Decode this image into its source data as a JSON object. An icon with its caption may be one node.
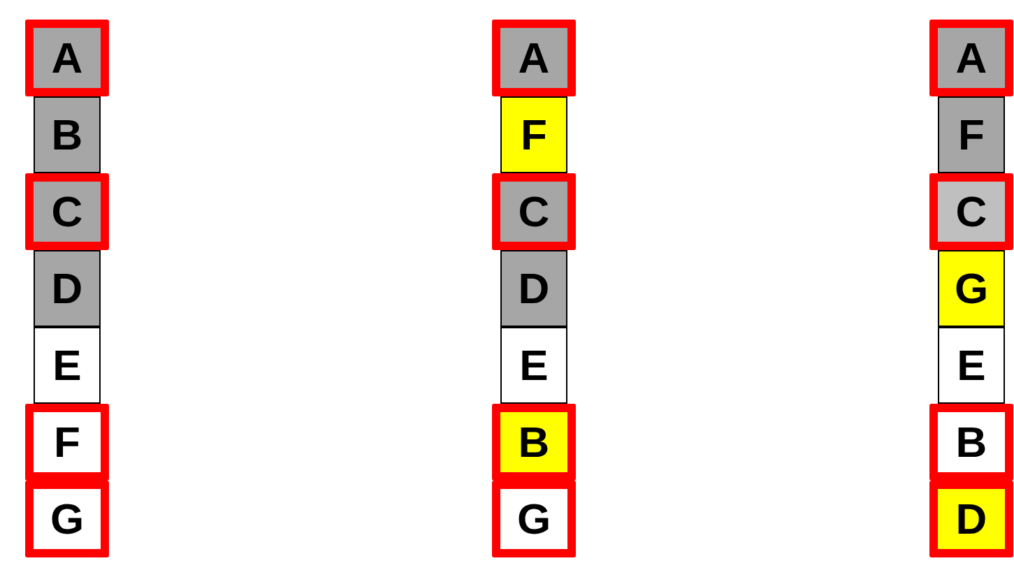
{
  "diagram": {
    "nodes": [
      {
        "text": [
          "A"
        ]
      },
      {
        "text": [
          "B"
        ]
      },
      {
        "text": [
          "C"
        ]
      },
      {
        "text": [
          "D"
        ]
      },
      {
        "text": [
          "E"
        ]
      },
      {
        "text": [
          "F"
        ]
      },
      {
        "text": [
          "G"
        ]
      },
      {
        "text": [
          "A"
        ]
      },
      {
        "text": [
          "F"
        ]
      },
      {
        "text": [
          "C"
        ]
      },
      {
        "text": [
          "D"
        ]
      },
      {
        "text": [
          "E"
        ]
      },
      {
        "text": [
          "B"
        ]
      },
      {
        "text": [
          "G"
        ]
      },
      {
        "text": [
          "A"
        ]
      },
      {
        "text": [
          "F"
        ]
      },
      {
        "text": [
          "C"
        ]
      },
      {
        "text": [
          "G"
        ]
      },
      {
        "text": [
          "E"
        ]
      },
      {
        "text": [
          "B"
        ]
      },
      {
        "text": [
          "D"
        ]
      }
    ]
  }
}
